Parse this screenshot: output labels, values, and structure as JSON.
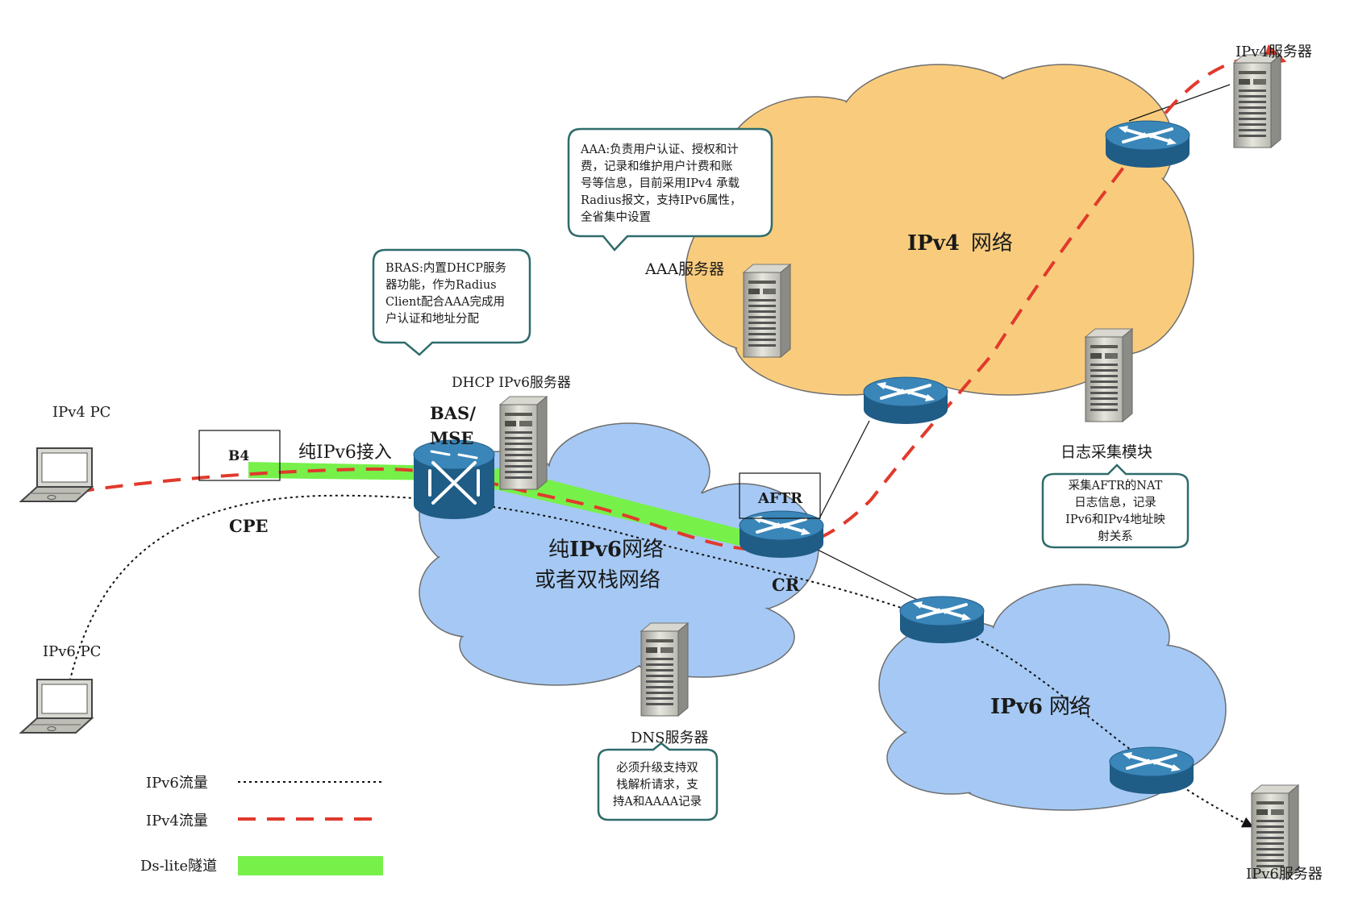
{
  "labels": {
    "ipv4_pc": "IPv4 PC",
    "ipv6_pc": "IPv6 PC",
    "b4": "B4",
    "cpe": "CPE",
    "pure_ipv6_access": "纯IPv6接入",
    "bas_line1": "BAS/",
    "bas_line2": "MSE",
    "dhcp_server": "DHCP IPv6服务器",
    "aaa_server": "AAA服务器",
    "aftr": "AFTR",
    "cr": "CR",
    "ipv4_net_bold": "IPv4",
    "ipv4_net_rest": "网络",
    "ipv6_net_bold": "IPv6",
    "ipv6_net_rest": "网络",
    "core_net_prefix": "纯",
    "core_net_bold": "IPv6",
    "core_net_rest": "网络",
    "core_net_line2": "或者双栈网络",
    "ipv4_server": "IPv4服务器",
    "ipv6_server": "IPv6服务器",
    "dns_server": "DNS服务器",
    "log_module": "日志采集模块"
  },
  "callouts": {
    "aaa": [
      "AAA:负责用户认证、授权和计",
      "费，记录和维护用户计费和账",
      "号等信息，目前采用IPv4 承载",
      "Radius报文，支持IPv6属性，",
      "全省集中设置"
    ],
    "bras": [
      "BRAS:内置DHCP服务",
      "器功能，作为Radius",
      "Client配合AAA完成用",
      "户认证和地址分配"
    ],
    "log": [
      "采集AFTR的NAT",
      "日志信息，记录",
      "IPv6和IPv4地址映",
      "射关系"
    ],
    "dns": [
      "必须升级支持双",
      "栈解析请求，支",
      "持A和AAAA记录"
    ]
  },
  "legend": {
    "ipv6_flow": "IPv6流量",
    "ipv4_flow": "IPv4流量",
    "dslite_tunnel": "Ds-lite隧道"
  },
  "colors": {
    "ipv4_cloud": "#f9cc7d",
    "ipv6_cloud": "#a5c9f4",
    "router_blue": "#2e6f9e",
    "ipv4_flow": "#e03a2c",
    "dslite": "#77f04a",
    "callout_border": "#2f6b6b"
  }
}
